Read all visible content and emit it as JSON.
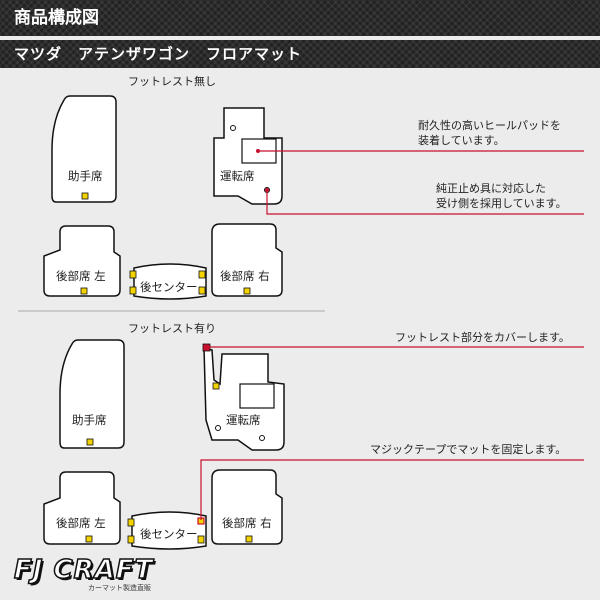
{
  "header": {
    "title": "商品構成図",
    "subtitle": "マツダ　アテンザワゴン　フロアマット"
  },
  "sections": [
    {
      "label": "フットレスト無し",
      "mats": {
        "passenger": "助手席",
        "driver": "運転席",
        "rear_left": "後部席 左",
        "rear_center": "後センター",
        "rear_right": "後部席 右"
      }
    },
    {
      "label": "フットレスト有り",
      "mats": {
        "passenger": "助手席",
        "driver": "運転席",
        "rear_left": "後部席 左",
        "rear_center": "後センター",
        "rear_right": "後部席 右"
      }
    }
  ],
  "callouts": {
    "heel_pad": [
      "耐久性の高いヒールパッドを",
      "装着しています。"
    ],
    "hook": [
      "純正止め具に対応した",
      "受け側を採用しています。"
    ],
    "footrest": "フットレスト部分をカバーします。",
    "velcro": "マジックテープでマットを固定します。"
  },
  "brand": {
    "logo": "FJ CRAFT",
    "tagline": "カーマット製造直販"
  },
  "colors": {
    "header_bg": "#222222",
    "callout_line": "#c8102e",
    "fastener": "#f2d200",
    "mat_fill": "#ffffff",
    "background": "#ececec"
  }
}
